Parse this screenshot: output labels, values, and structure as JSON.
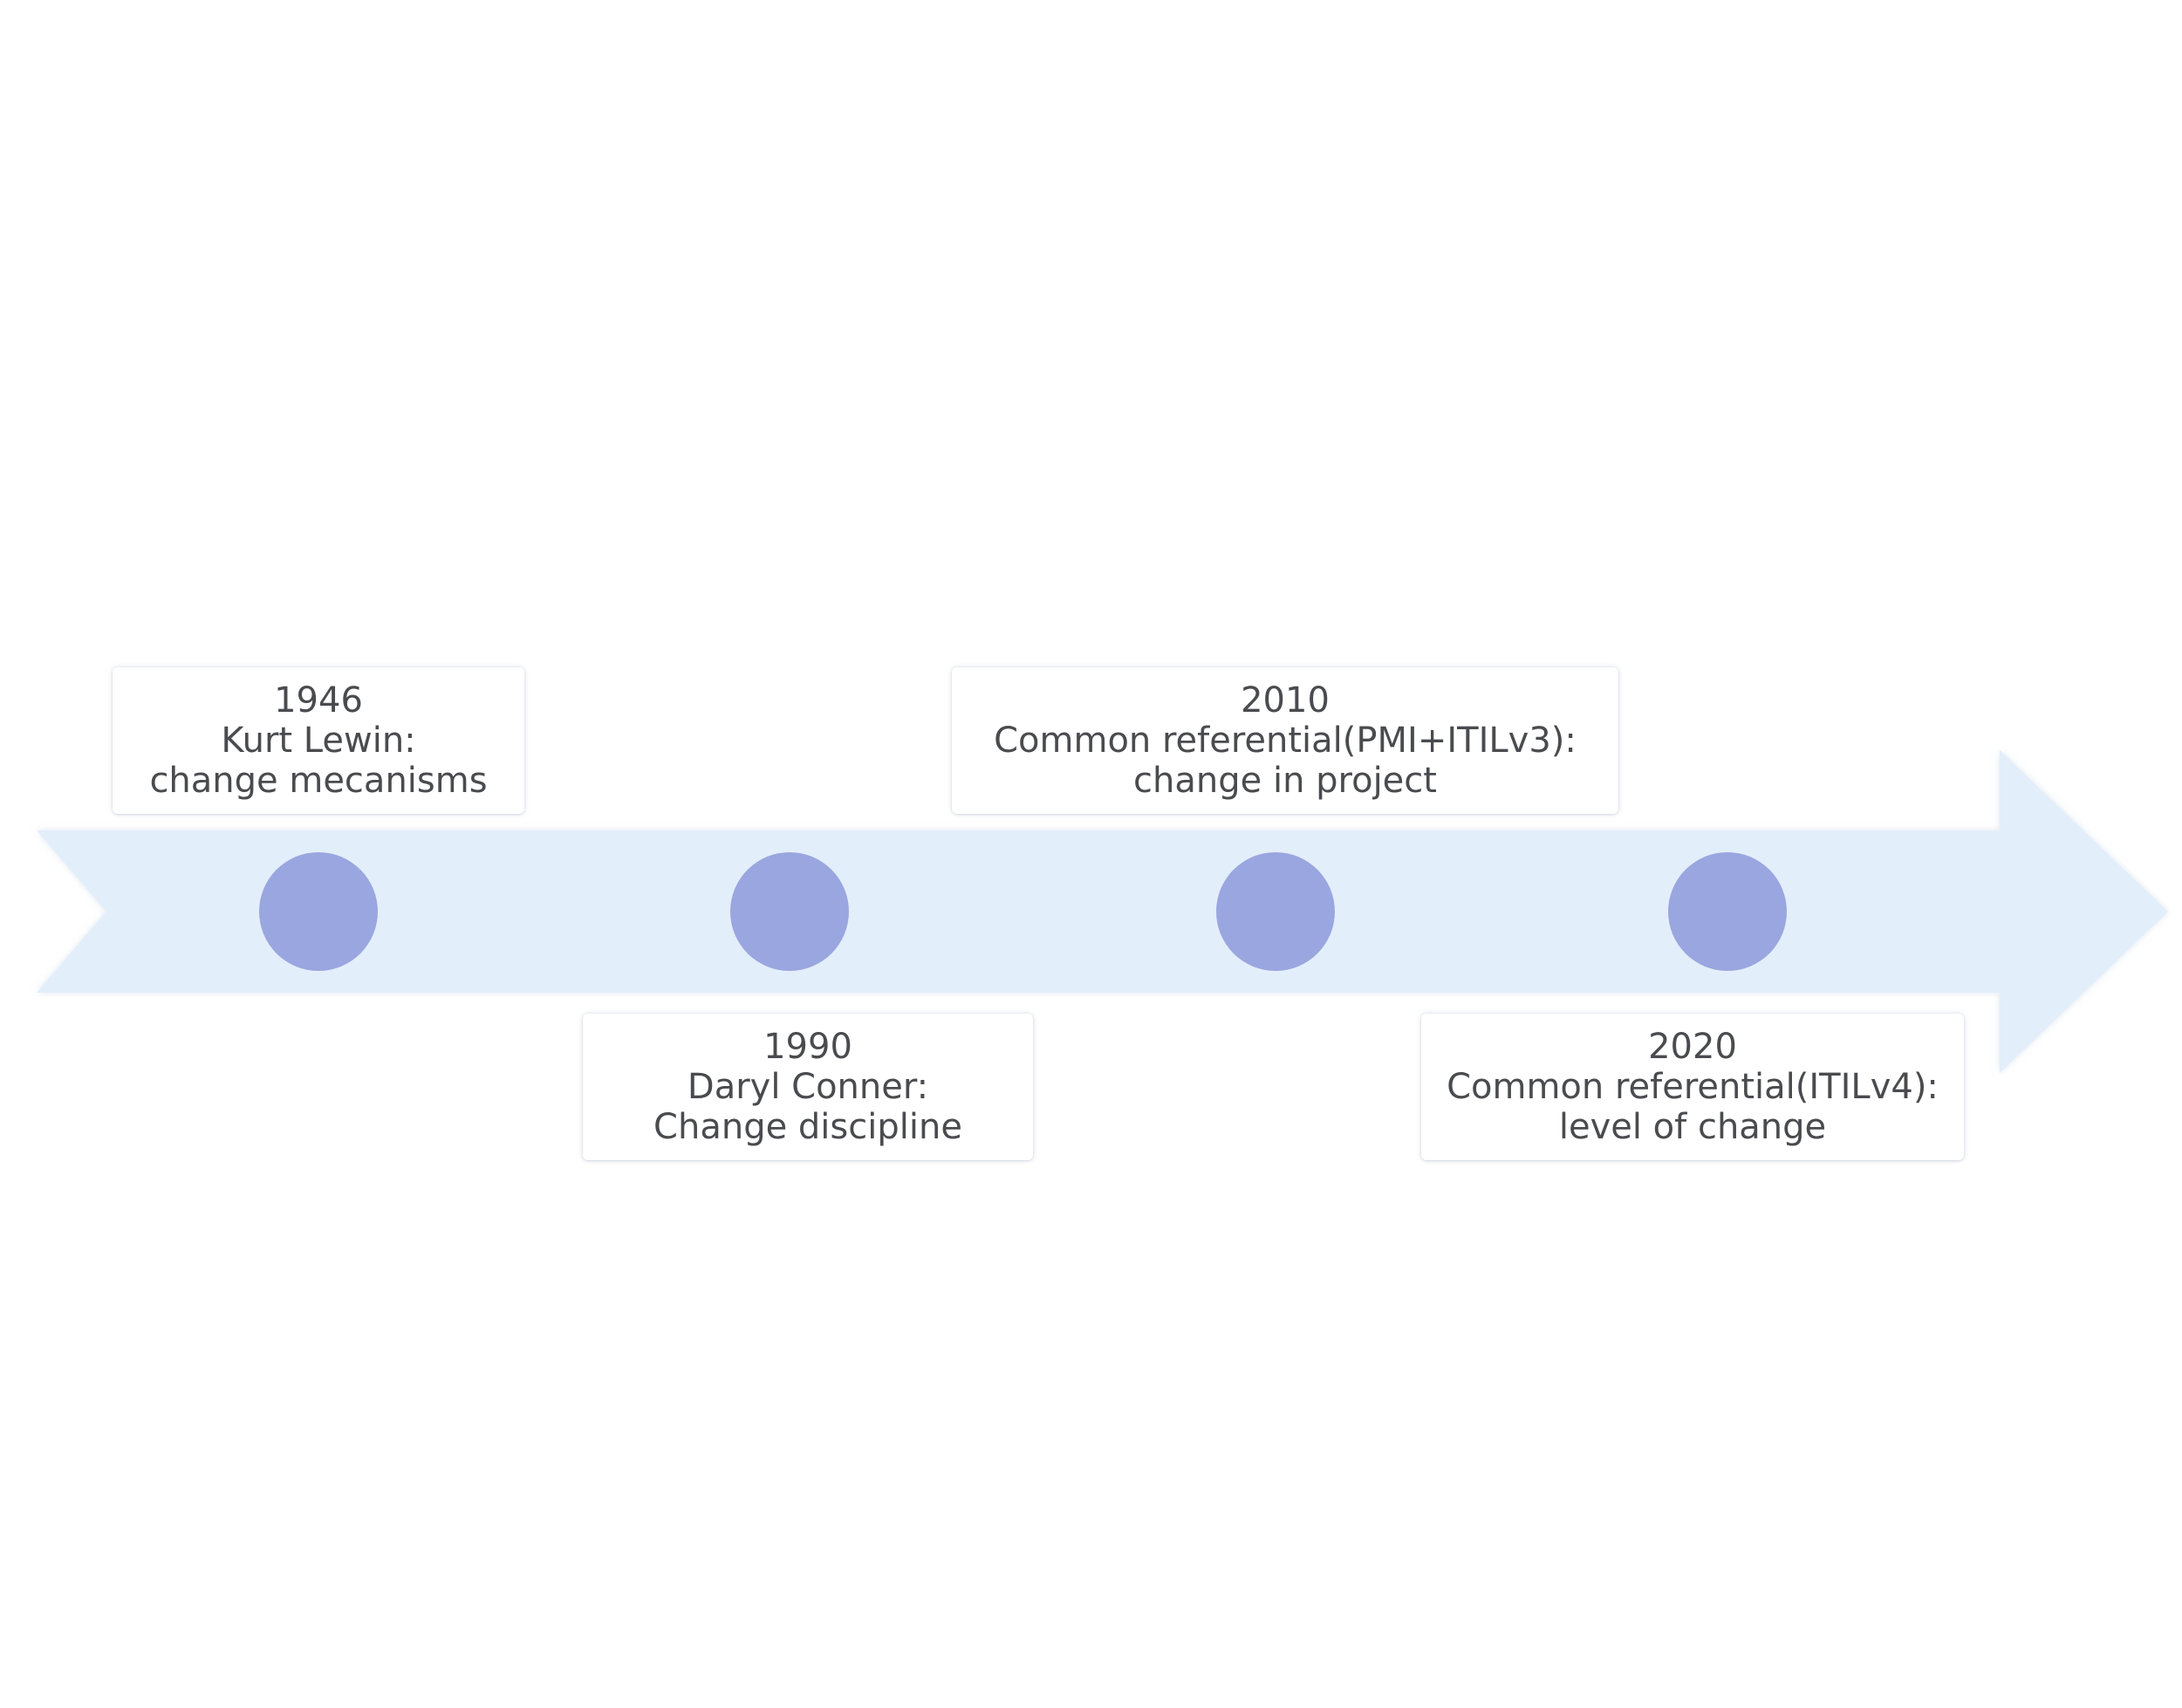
{
  "colors": {
    "arrow_fill": "#e3eefb",
    "milestone_dot": "#9aa6df",
    "card_text": "#4a4b4f",
    "background": "#ffffff"
  },
  "timeline": {
    "events": [
      {
        "year": "1946",
        "title": "Kurt Lewin:",
        "subtitle": "change mecanisms"
      },
      {
        "year": "1990",
        "title": "Daryl Conner:",
        "subtitle": "Change discipline"
      },
      {
        "year": "2010",
        "title": "Common referential(PMI+ITILv3):",
        "subtitle": "change in project"
      },
      {
        "year": "2020",
        "title": "Common referential(ITILv4):",
        "subtitle": "level of change"
      }
    ]
  }
}
